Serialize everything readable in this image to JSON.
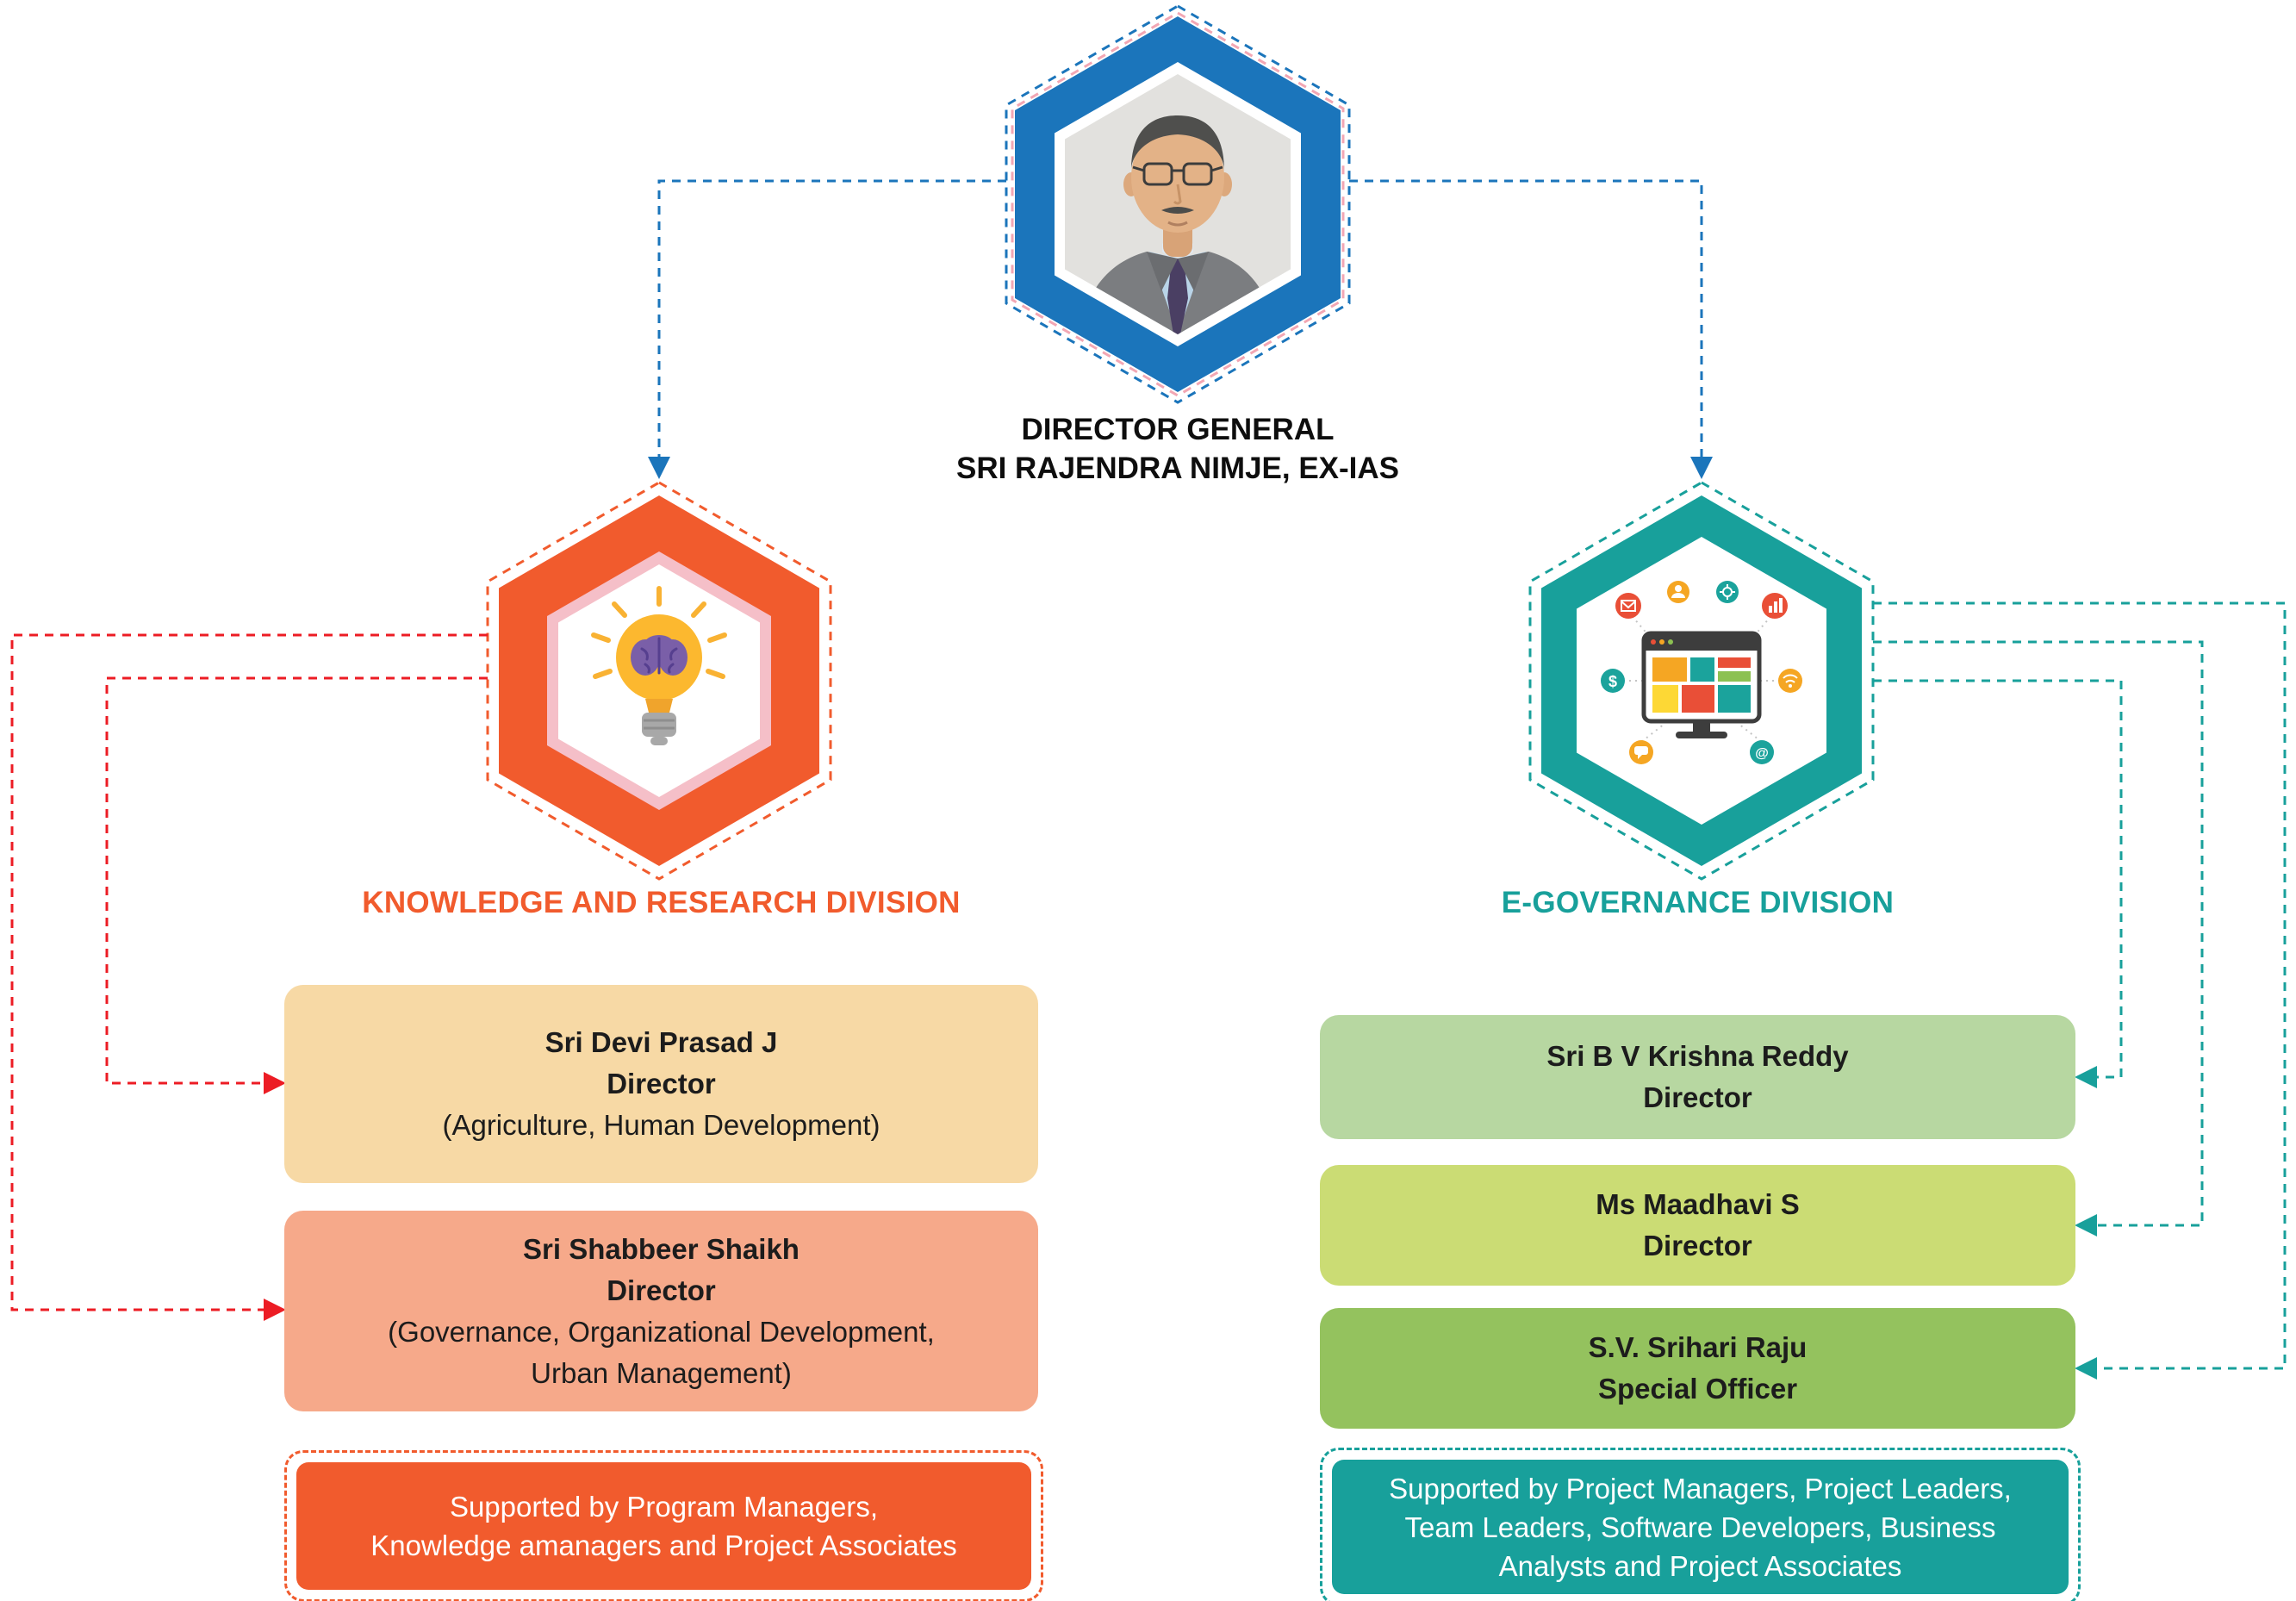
{
  "colors": {
    "director_blue": "#1b75bb",
    "knowledge_orange": "#f15b2d",
    "egov_teal": "#18a09b",
    "connector_red": "#ec1c24",
    "box_tan": "#f7d9a5",
    "box_salmon": "#f6a98a",
    "box_light_green": "#b7d7a1",
    "box_yellow_green": "#cbdc74",
    "box_green": "#94c25e"
  },
  "director": {
    "title": "DIRECTOR GENERAL",
    "name": "SRI RAJENDRA NIMJE, EX-IAS"
  },
  "knowledge_division": {
    "label": "KNOWLEDGE AND RESEARCH DIVISION",
    "members": [
      {
        "name": "Sri Devi Prasad J",
        "role": "Director",
        "detail_lines": [
          "(Agriculture, Human Development)"
        ]
      },
      {
        "name": "Sri Shabbeer Shaikh",
        "role": "Director",
        "detail_lines": [
          "(Governance, Organizational Development,",
          "Urban Management)"
        ]
      }
    ],
    "support_lines": [
      "Supported by Program Managers,",
      "Knowledge amanagers and Project Associates"
    ]
  },
  "egov_division": {
    "label": "E-GOVERNANCE DIVISION",
    "members": [
      {
        "name": "Sri B V Krishna Reddy",
        "role": "Director"
      },
      {
        "name": "Ms Maadhavi S",
        "role": "Director"
      },
      {
        "name": "S.V. Srihari Raju",
        "role": "Special Officer"
      }
    ],
    "support_lines": [
      "Supported by Project Managers, Project Leaders,",
      "Team Leaders, Software Developers, Business",
      "Analysts and Project Associates"
    ]
  },
  "icons": [
    "director-photo",
    "idea-bulb-icon",
    "digital-services-icon"
  ]
}
